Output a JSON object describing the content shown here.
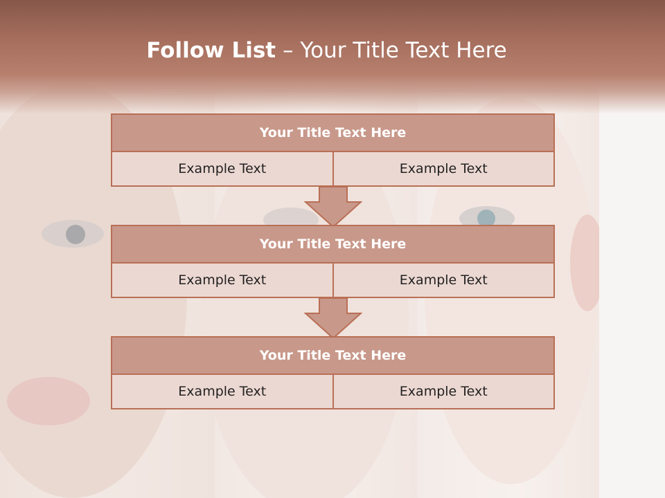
{
  "slide": {
    "title_bold": "Follow List",
    "title_rest": " – Your Title Text Here"
  },
  "stages": [
    {
      "header": "Your Title Text Here",
      "left": "Example Text",
      "right": "Example Text"
    },
    {
      "header": "Your Title Text Here",
      "left": "Example Text",
      "right": "Example Text"
    },
    {
      "header": "Your Title Text Here",
      "left": "Example Text",
      "right": "Example Text"
    }
  ],
  "colors": {
    "header_band": "#a66e5d",
    "box_header": "#c8988a",
    "box_cell": "#ecd8d2",
    "border": "#b86f55"
  }
}
